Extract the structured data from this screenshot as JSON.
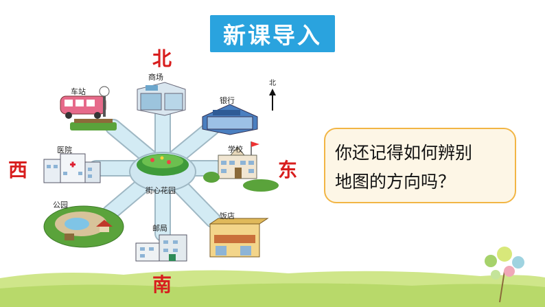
{
  "banner": {
    "title": "新课导入"
  },
  "directions": {
    "north": "北",
    "south": "南",
    "east": "东",
    "west": "西"
  },
  "compass": {
    "label": "北"
  },
  "places": {
    "mall": "商场",
    "station": "车站",
    "bank": "银行",
    "hospital": "医院",
    "school": "学校",
    "park": "公园",
    "hotel": "饭店",
    "post_office": "邮局",
    "center": "街心花园"
  },
  "question": {
    "line1": "你还记得如何辨别",
    "line2": "地图的方向吗？"
  },
  "colors": {
    "banner": "#2aa3de",
    "direction_text": "#d81e1e",
    "road": "#c7e3ee",
    "question_border": "#f2b544"
  }
}
